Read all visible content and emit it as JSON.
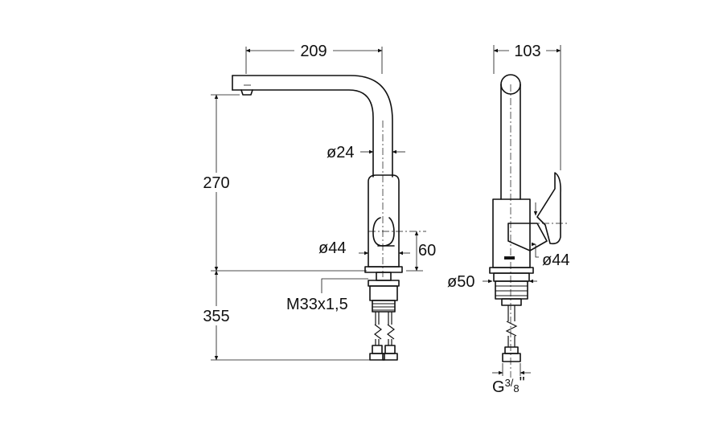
{
  "dimensions": {
    "front_width": "209",
    "front_height": "270",
    "spout_diameter": "ø24",
    "body_diameter": "ø44",
    "body_offset": "60",
    "thread": "M33x1,5",
    "hose_length": "355",
    "side_depth": "103",
    "side_body_diameter": "ø44",
    "base_diameter": "ø50",
    "connection_prefix": "G",
    "connection_num": "3",
    "connection_den": "8",
    "connection_suffix": "\""
  }
}
